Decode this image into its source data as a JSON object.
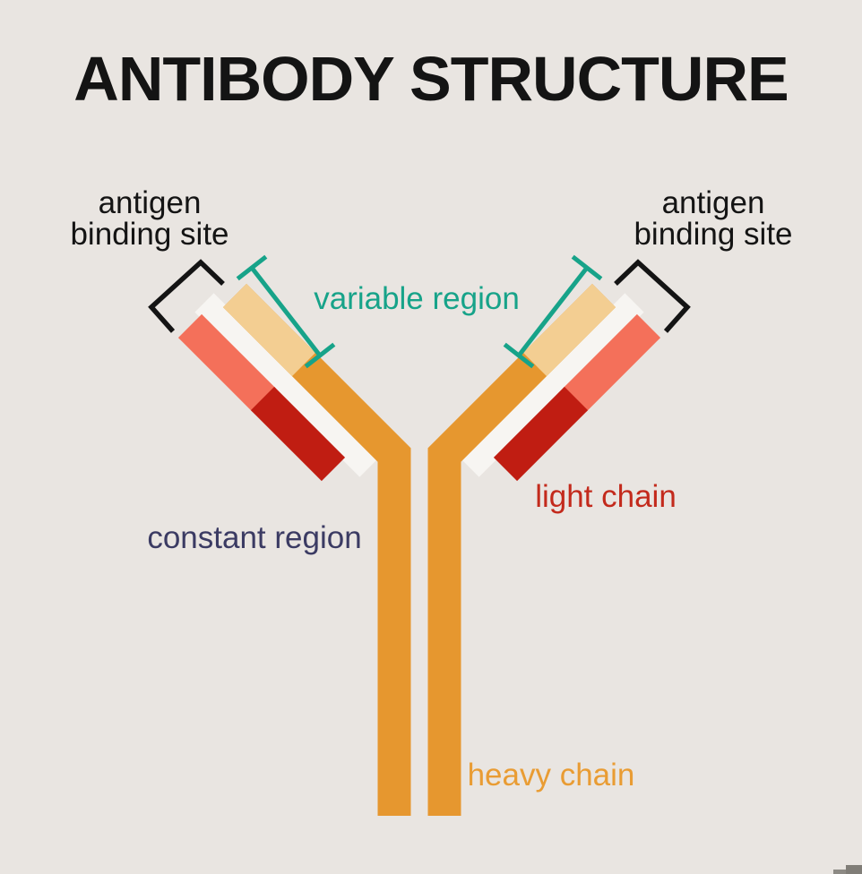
{
  "title": "ANTIBODY STRUCTURE",
  "labels": {
    "antigen_binding_site_left": {
      "line1": "antigen",
      "line2": "binding site"
    },
    "antigen_binding_site_right": {
      "line1": "antigen",
      "line2": "binding site"
    },
    "variable_region": "variable region",
    "constant_region": "constant region",
    "light_chain": "light chain",
    "heavy_chain": "heavy chain"
  },
  "colors": {
    "background": "#E9E5E1",
    "ink": "#141414",
    "heavy_chain_orange": "#E6972F",
    "variable_cream": "#F3CE92",
    "light_chain_salmon": "#F4705A",
    "light_chain_dark_red": "#C01D12",
    "teal_accent": "#17A389",
    "constant_region_navy": "#3B3B63",
    "light_chain_label_red": "#C32A1C",
    "heavy_chain_label_orange": "#E99C33",
    "chain_gap_white": "#F7F5F2",
    "corner_mark_gray": "#8D8A84",
    "corner_mark_gray_dark": "#807D77"
  }
}
